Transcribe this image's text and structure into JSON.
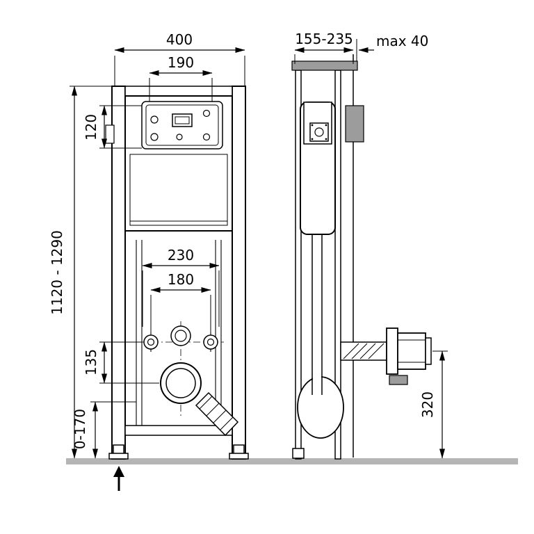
{
  "dimensions": {
    "front": {
      "total_width": "400",
      "plate_width": "190",
      "plate_height": "120",
      "frame_height_range": "1120 - 1290",
      "fixing_spacing_outer": "230",
      "fixing_spacing_inner": "180",
      "bolt_to_outlet": "135",
      "foot_height_range": "0-170"
    },
    "side": {
      "frame_depth_range": "155-235",
      "wall_finish_max": "max 40",
      "outlet_height": "320"
    }
  },
  "colors": {
    "line": "#000000",
    "floor": "#b5b5b5",
    "metal": "#9c9c9c",
    "background": "#ffffff"
  }
}
